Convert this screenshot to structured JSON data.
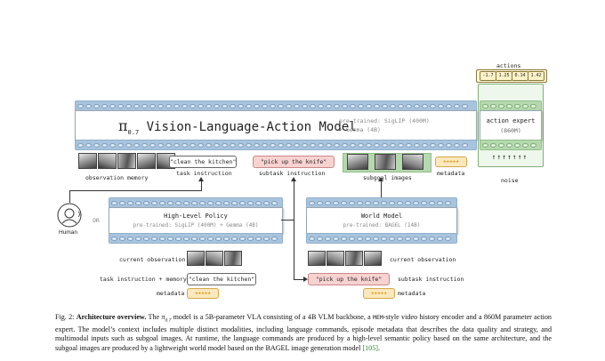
{
  "vla": {
    "title_symbol": "π",
    "title_subscript": "0.7",
    "title_text": "Vision-Language-Action Model",
    "pretrained_line1": "pre-trained: SigLIP (400M)",
    "pretrained_line2": "+ Gemma (4B)"
  },
  "action_expert": {
    "title": "action expert",
    "size": "(860M)",
    "actions_label": "actions",
    "action_values": [
      "-1.7",
      "1.25",
      "0.14",
      "1.42"
    ],
    "noise_label": "noise"
  },
  "inputs": {
    "observation_memory": "observation memory",
    "task_instruction_value": "\"clean the kitchen\"",
    "task_instruction_label": "task instruction",
    "subtask_instruction_value": "\"pick up the knife\"",
    "subtask_instruction_label": "subtask instruction",
    "subgoal_images": "subgoal images",
    "metadata": "metadata",
    "stars": "★★★★★"
  },
  "human": {
    "label": "Human",
    "or": "OR"
  },
  "high_level_policy": {
    "title": "High-Level Policy",
    "pretrained": "pre-trained: SigLIP (400M) + Gemma (4B)"
  },
  "world_model": {
    "title": "World Model",
    "pretrained": "pre-trained: BAGEL (14B)"
  },
  "bottom": {
    "current_observation": "current observation",
    "current_observation_right": "current observation",
    "task_instruction_memory": "task instruction + memory",
    "task_value": "\"clean the kitchen\"",
    "metadata_left": "metadata",
    "subtask_value": "\"pick up the knife\"",
    "subtask_label": "subtask instruction",
    "metadata_right": "metadata"
  },
  "caption": {
    "fig": "Fig. 2:",
    "bold": "Architecture overview.",
    "text_a": "The",
    "model_symbol": "π",
    "model_sub": "0.7",
    "text_b": "model is a 5B-parameter VLA consisting of a 4B VLM backbone, a",
    "mem": "MEM",
    "text_c": "-style video history encoder and a 860M parameter action expert. The model’s context includes multiple distinct modalities, including language commands, episode metadata that describes the data quality and strategy, and multimodal inputs such as subgoal images. At runtime, the language commands are produced by a high-level semantic policy based on the same architecture, and the subgoal images are produced by a lightweight world model based on the BAGEL image generation model",
    "ref": "[105]",
    "end": "."
  }
}
